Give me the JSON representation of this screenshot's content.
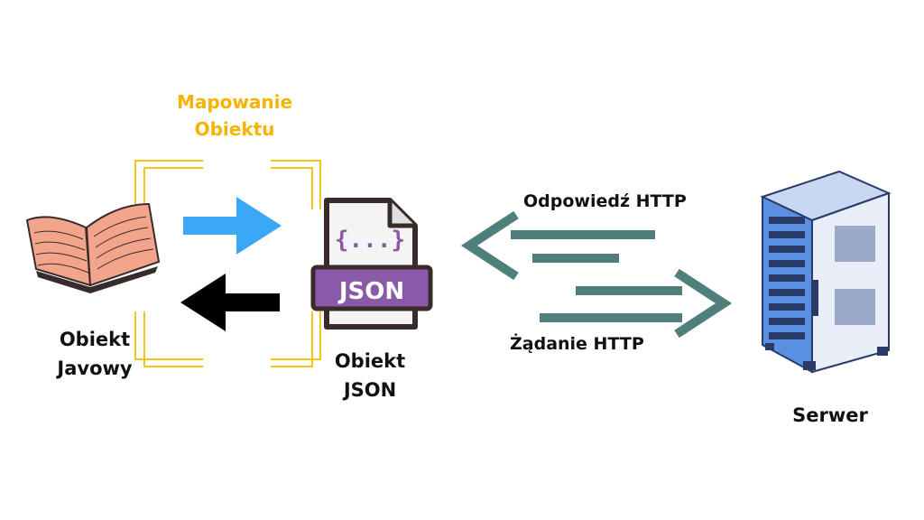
{
  "labels": {
    "mapping_line1": "Mapowanie",
    "mapping_line2": "Obiektu",
    "java_line1": "Obiekt",
    "java_line2": "Javowy",
    "json_line1": "Obiekt",
    "json_line2": "JSON",
    "response": "Odpowiedź HTTP",
    "request": "Żądanie HTTP",
    "server": "Serwer",
    "json_file_badge": "JSON",
    "json_file_braces": "{...}"
  },
  "colors": {
    "mapping_text": "#f5b400",
    "bracket_lines": "#f5c518",
    "arrow_right": "#3aa8f5",
    "arrow_left": "#000000",
    "http_arrows": "#4f7f7a",
    "book_page": "#f2a58a",
    "book_outline": "#3a2b2b",
    "json_badge": "#8a5aa8",
    "server_blue": "#5b8fe0"
  },
  "icons": {
    "book": "open-book-icon",
    "json_file": "json-file-icon",
    "server": "server-rack-icon"
  }
}
